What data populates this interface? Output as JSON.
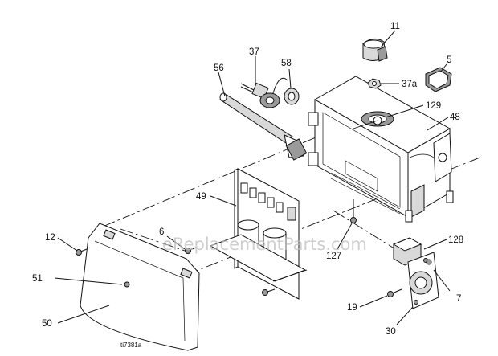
{
  "diagram": {
    "watermark": "eReplacementParts.com",
    "figure_id": "ti7381a",
    "callouts": [
      {
        "id": "c11",
        "text": "11"
      },
      {
        "id": "c5",
        "text": "5"
      },
      {
        "id": "c37",
        "text": "37"
      },
      {
        "id": "c58",
        "text": "58"
      },
      {
        "id": "c56",
        "text": "56"
      },
      {
        "id": "c37a",
        "text": "37a"
      },
      {
        "id": "c129",
        "text": "129"
      },
      {
        "id": "c48",
        "text": "48"
      },
      {
        "id": "c49",
        "text": "49"
      },
      {
        "id": "c6",
        "text": "6"
      },
      {
        "id": "c12",
        "text": "12"
      },
      {
        "id": "c128",
        "text": "128"
      },
      {
        "id": "c127",
        "text": "127"
      },
      {
        "id": "c51",
        "text": "51"
      },
      {
        "id": "c7",
        "text": "7"
      },
      {
        "id": "c19",
        "text": "19"
      },
      {
        "id": "c50",
        "text": "50"
      },
      {
        "id": "c30",
        "text": "30"
      }
    ]
  }
}
